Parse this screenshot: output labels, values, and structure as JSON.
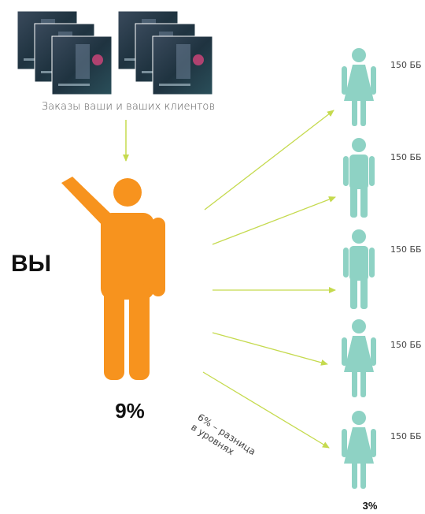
{
  "orders": {
    "caption": "Заказы ваши и ваших клиентов",
    "product_stacks": 2,
    "covers_per_stack": 3
  },
  "you": {
    "label": "ВЫ",
    "percent": "9%",
    "figure_color": "#F7931E"
  },
  "difference": {
    "line1": "6% – разница",
    "line2": "в уровнях"
  },
  "downline": {
    "figure_color": "#8ED2C4",
    "arrow_color": "#C5DA4E",
    "members": [
      {
        "type": "female",
        "points": "150 ББ"
      },
      {
        "type": "male",
        "points": "150 ББ"
      },
      {
        "type": "male",
        "points": "150 ББ"
      },
      {
        "type": "female",
        "points": "150 ББ"
      },
      {
        "type": "female",
        "points": "150 ББ"
      }
    ],
    "percent": "3%"
  }
}
